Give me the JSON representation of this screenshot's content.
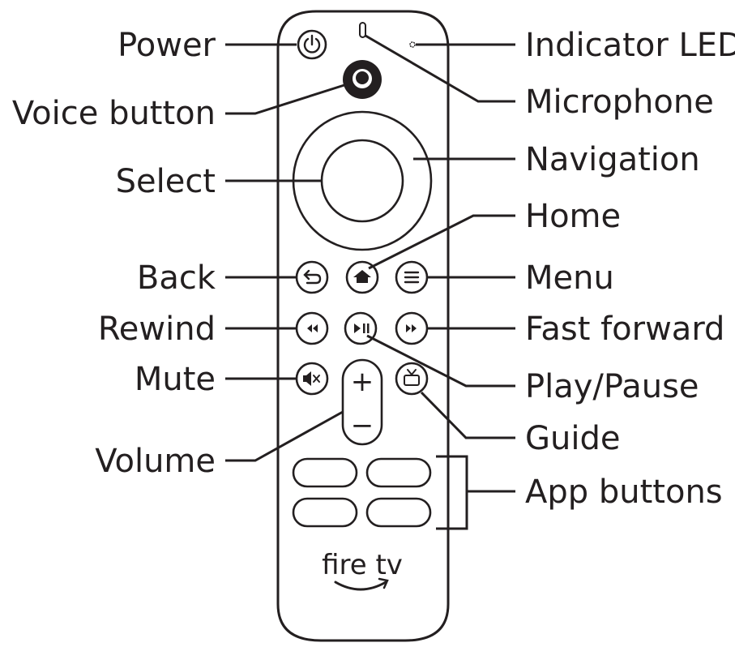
{
  "labels": {
    "power": "Power",
    "voice": "Voice button",
    "select": "Select",
    "back": "Back",
    "rewind": "Rewind",
    "mute": "Mute",
    "volume": "Volume",
    "indicator_led": "Indicator LED",
    "microphone": "Microphone",
    "navigation": "Navigation",
    "home": "Home",
    "menu": "Menu",
    "fast_forward": "Fast forward",
    "play_pause": "Play/Pause",
    "guide": "Guide",
    "app_buttons": "App buttons"
  },
  "logo": {
    "text": "fire tv"
  },
  "volume_glyphs": {
    "plus": "+",
    "minus": "−"
  },
  "colors": {
    "ink": "#231f20",
    "background": "#ffffff"
  }
}
